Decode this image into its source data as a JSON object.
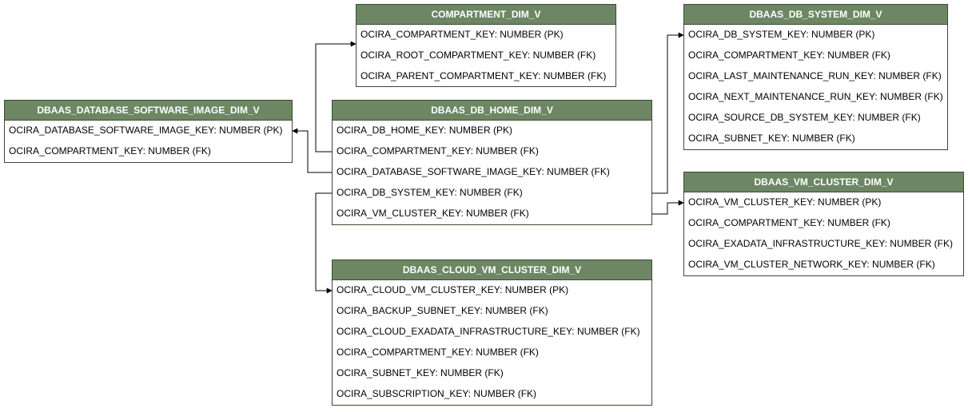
{
  "entities": {
    "compartment": {
      "title": "COMPARTMENT_DIM_V",
      "columns": [
        "OCIRA_COMPARTMENT_KEY: NUMBER (PK)",
        "OCIRA_ROOT_COMPARTMENT_KEY: NUMBER (FK)",
        "OCIRA_PARENT_COMPARTMENT_KEY: NUMBER (FK)"
      ]
    },
    "db_system": {
      "title": "DBAAS_DB_SYSTEM_DIM_V",
      "columns": [
        "OCIRA_DB_SYSTEM_KEY: NUMBER (PK)",
        "OCIRA_COMPARTMENT_KEY: NUMBER (FK)",
        "OCIRA_LAST_MAINTENANCE_RUN_KEY: NUMBER (FK)",
        "OCIRA_NEXT_MAINTENANCE_RUN_KEY: NUMBER (FK)",
        "OCIRA_SOURCE_DB_SYSTEM_KEY: NUMBER (FK)",
        "OCIRA_SUBNET_KEY: NUMBER (FK)"
      ]
    },
    "software_image": {
      "title": "DBAAS_DATABASE_SOFTWARE_IMAGE_DIM_V",
      "columns": [
        "OCIRA_DATABASE_SOFTWARE_IMAGE_KEY: NUMBER (PK)",
        "OCIRA_COMPARTMENT_KEY: NUMBER (FK)"
      ]
    },
    "db_home": {
      "title": "DBAAS_DB_HOME_DIM_V",
      "columns": [
        "OCIRA_DB_HOME_KEY: NUMBER (PK)",
        "OCIRA_COMPARTMENT_KEY: NUMBER (FK)",
        "OCIRA_DATABASE_SOFTWARE_IMAGE_KEY: NUMBER (FK)",
        "OCIRA_DB_SYSTEM_KEY: NUMBER (FK)",
        "OCIRA_VM_CLUSTER_KEY: NUMBER (FK)"
      ]
    },
    "vm_cluster": {
      "title": "DBAAS_VM_CLUSTER_DIM_V",
      "columns": [
        "OCIRA_VM_CLUSTER_KEY: NUMBER (PK)",
        "OCIRA_COMPARTMENT_KEY: NUMBER (FK)",
        "OCIRA_EXADATA_INFRASTRUCTURE_KEY: NUMBER (FK)",
        "OCIRA_VM_CLUSTER_NETWORK_KEY: NUMBER (FK)"
      ]
    },
    "cloud_vm_cluster": {
      "title": "DBAAS_CLOUD_VM_CLUSTER_DIM_V",
      "columns": [
        "OCIRA_CLOUD_VM_CLUSTER_KEY: NUMBER (PK)",
        "OCIRA_BACKUP_SUBNET_KEY: NUMBER (FK)",
        "OCIRA_CLOUD_EXADATA_INFRASTRUCTURE_KEY: NUMBER (FK)",
        "OCIRA_COMPARTMENT_KEY: NUMBER (FK)",
        "OCIRA_SUBNET_KEY: NUMBER (FK)",
        "OCIRA_SUBSCRIPTION_KEY: NUMBER (FK)"
      ]
    }
  },
  "relationships": [
    {
      "from": "db_home.OCIRA_COMPARTMENT_KEY",
      "to": "compartment.OCIRA_COMPARTMENT_KEY"
    },
    {
      "from": "db_home.OCIRA_DATABASE_SOFTWARE_IMAGE_KEY",
      "to": "software_image.OCIRA_DATABASE_SOFTWARE_IMAGE_KEY"
    },
    {
      "from": "db_home.OCIRA_DB_SYSTEM_KEY",
      "to": "db_system.OCIRA_DB_SYSTEM_KEY"
    },
    {
      "from": "db_home.OCIRA_VM_CLUSTER_KEY",
      "to": "vm_cluster.OCIRA_VM_CLUSTER_KEY"
    },
    {
      "from": "db_home.OCIRA_DB_SYSTEM_KEY",
      "to": "cloud_vm_cluster.OCIRA_CLOUD_VM_CLUSTER_KEY"
    }
  ],
  "colors": {
    "header_fill": "#6d8764",
    "border": "#3c4a34",
    "header_text": "#ffffff",
    "connector": "#000000"
  }
}
